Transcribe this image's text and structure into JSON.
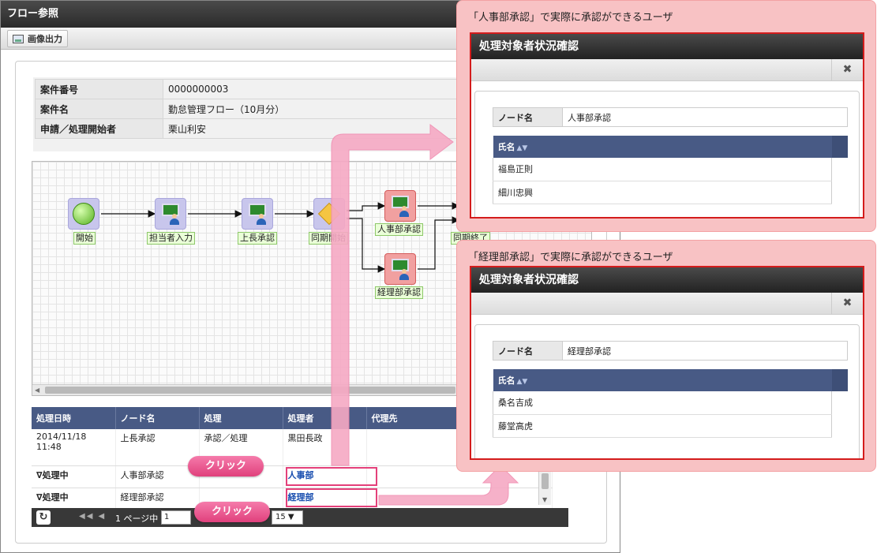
{
  "window": {
    "title": "フロー参照",
    "export_button": "画像出力"
  },
  "info": [
    {
      "label": "案件番号",
      "value": "0000000003"
    },
    {
      "label": "案件名",
      "value": "勤怠管理フロー（10月分）"
    },
    {
      "label": "申請／処理開始者",
      "value": "栗山利安"
    }
  ],
  "flow": {
    "nodes": {
      "start": "開始",
      "applicant": "担当者入力",
      "boss": "上長承認",
      "sync_start": "同期開始",
      "hr": "人事部承認",
      "accounting": "経理部承認",
      "sync_end": "同期終了"
    }
  },
  "history": {
    "columns": [
      "処理日時",
      "ノード名",
      "処理",
      "処理者",
      "代理先"
    ],
    "rows": [
      {
        "date": "2014/11/18",
        "time": "11:48",
        "node": "上長承認",
        "action": "承認／処理",
        "processor": "黒田長政",
        "proxy": ""
      },
      {
        "date": "∇処理中",
        "time": "",
        "node": "人事部承認",
        "action": "",
        "processor": "人事部",
        "proxy": ""
      },
      {
        "date": "∇処理中",
        "time": "",
        "node": "経理部承認",
        "action": "",
        "processor": "経理部",
        "proxy": ""
      }
    ]
  },
  "pager": {
    "page_label": "1 ページ中",
    "page_value": "1",
    "page_size": "15 ▼"
  },
  "annotations": {
    "click_label": "クリック"
  },
  "callouts": [
    {
      "caption": "「人事部承認」で実際に承認ができるユーザ",
      "dialog_title": "処理対象者状況確認",
      "close": "✖",
      "node_label": "ノード名",
      "node_value": "人事部承認",
      "name_header": "氏名",
      "users": [
        "福島正則",
        "細川忠興"
      ]
    },
    {
      "caption": "「経理部承認」で実際に承認ができるユーザ",
      "dialog_title": "処理対象者状況確認",
      "close": "✖",
      "node_label": "ノード名",
      "node_value": "経理部承認",
      "name_header": "氏名",
      "users": [
        "桑名吉成",
        "藤堂高虎"
      ]
    }
  ],
  "colors": {
    "table_header": "#485a85",
    "highlight": "#e4407a",
    "callout_bg": "#f8c2c4",
    "dialog_border": "#d41c1c"
  }
}
